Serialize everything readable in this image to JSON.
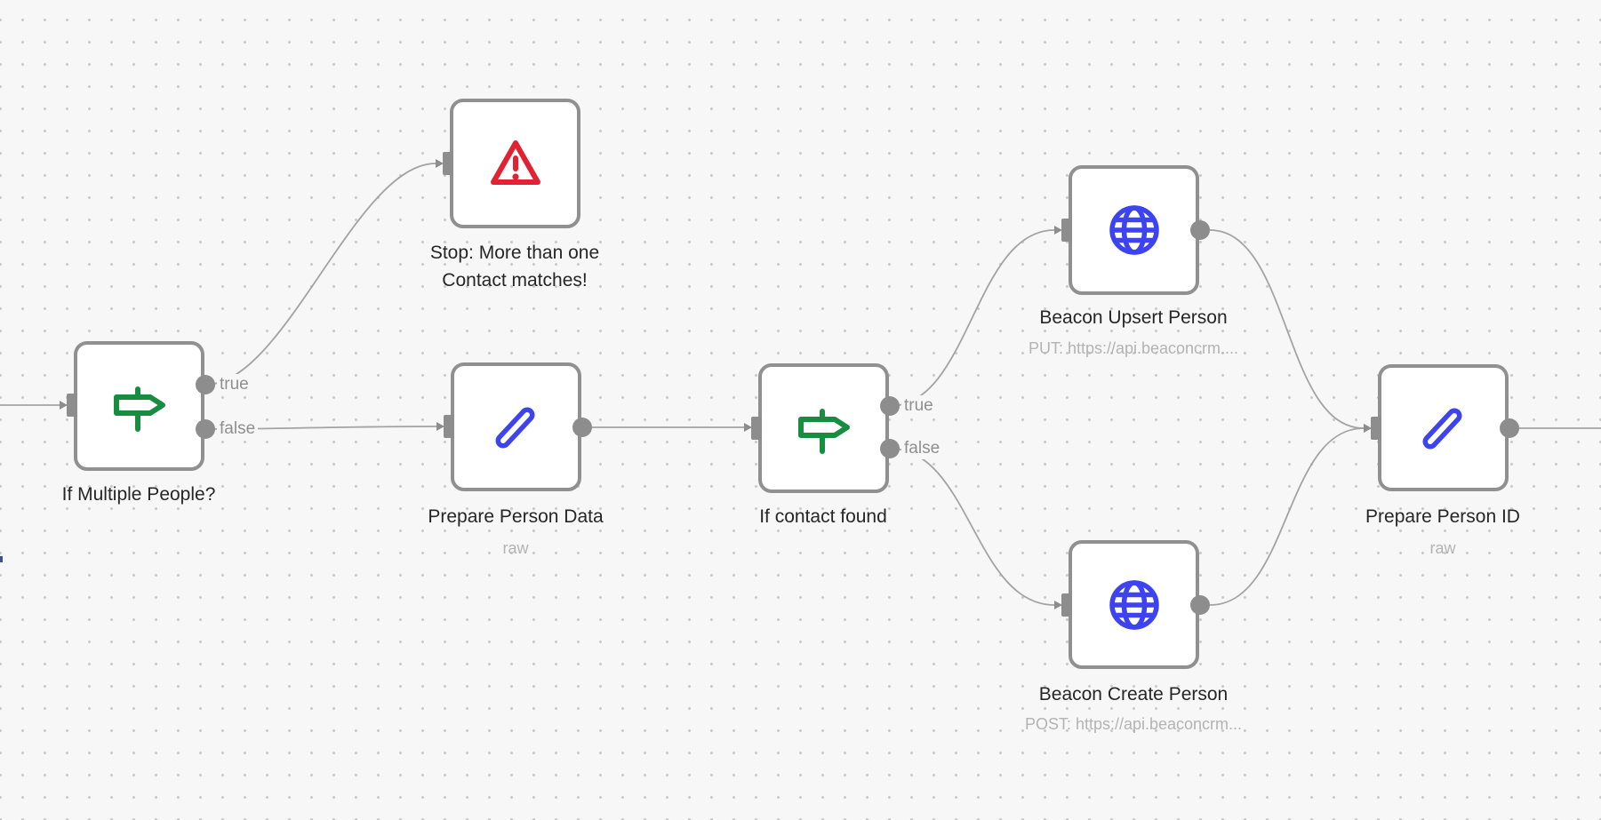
{
  "canvas": {
    "kind": "workflow-editor-canvas",
    "background": "#f7f7f7",
    "dot_color": "#c9c9c9"
  },
  "colors": {
    "node_border": "#909090",
    "connector": "#a3a3a3",
    "port": "#8d8d8d",
    "icon_green": "#178e3f",
    "icon_red": "#e22133",
    "icon_blue": "#3d43ee",
    "title_text": "#262626",
    "subtitle_text": "#b3b3b3",
    "port_label_text": "#8f8f8f"
  },
  "nodes": [
    {
      "id": "if-multiple-people",
      "title": "If Multiple People?",
      "icon": "signpost-if-icon",
      "outputs": [
        {
          "label": "true"
        },
        {
          "label": "false"
        }
      ]
    },
    {
      "id": "stop-more-than-one",
      "title": "Stop: More than one Contact matches!",
      "icon": "warning-triangle-icon",
      "outputs": []
    },
    {
      "id": "prepare-person-data",
      "title": "Prepare Person Data",
      "subtitle": "raw",
      "icon": "pen-edit-icon",
      "outputs": [
        {
          "label": ""
        }
      ]
    },
    {
      "id": "if-contact-found",
      "title": "If contact found",
      "icon": "signpost-if-icon",
      "outputs": [
        {
          "label": "true"
        },
        {
          "label": "false"
        }
      ]
    },
    {
      "id": "beacon-upsert-person",
      "title": "Beacon Upsert Person",
      "subtitle": "PUT: https://api.beaconcrm....",
      "icon": "globe-http-icon",
      "outputs": [
        {
          "label": ""
        }
      ]
    },
    {
      "id": "beacon-create-person",
      "title": "Beacon Create Person",
      "subtitle": "POST: https://api.beaconcrm...",
      "icon": "globe-http-icon",
      "outputs": [
        {
          "label": ""
        }
      ]
    },
    {
      "id": "prepare-person-id",
      "title": "Prepare Person ID",
      "subtitle": "raw",
      "icon": "pen-edit-icon",
      "outputs": [
        {
          "label": ""
        }
      ]
    }
  ],
  "connections": [
    {
      "from": "canvas-left-edge",
      "to": "if-multiple-people"
    },
    {
      "from": "if-multiple-people.true",
      "to": "stop-more-than-one"
    },
    {
      "from": "if-multiple-people.false",
      "to": "prepare-person-data"
    },
    {
      "from": "prepare-person-data",
      "to": "if-contact-found"
    },
    {
      "from": "if-contact-found.true",
      "to": "beacon-upsert-person"
    },
    {
      "from": "if-contact-found.false",
      "to": "beacon-create-person"
    },
    {
      "from": "beacon-upsert-person",
      "to": "prepare-person-id"
    },
    {
      "from": "beacon-create-person",
      "to": "prepare-person-id"
    },
    {
      "from": "prepare-person-id",
      "to": "canvas-right-edge"
    }
  ]
}
